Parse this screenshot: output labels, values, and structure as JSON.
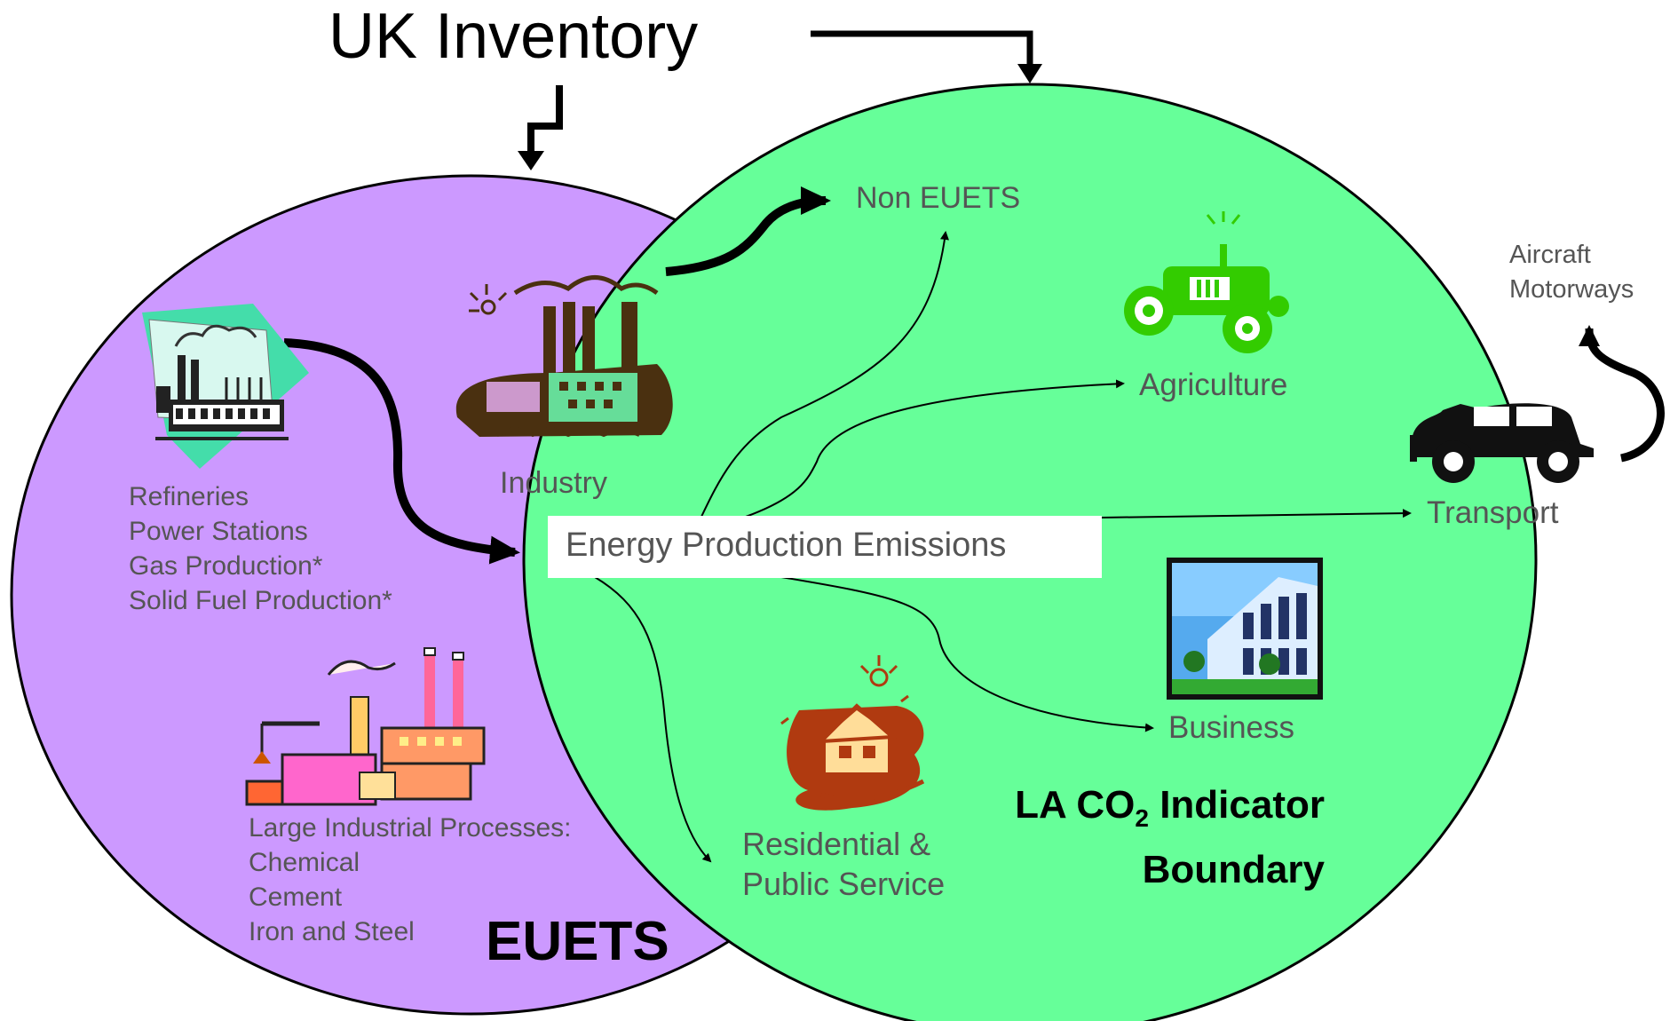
{
  "title": "UK Inventory",
  "colors": {
    "euets_circle": "#cc99ff",
    "la_circle": "#66ff99",
    "label_grey": "#555555",
    "arrow": "#000000"
  },
  "euets": {
    "label": "EUETS",
    "energy_sources": [
      "Refineries",
      "Power Stations",
      "Gas Production*",
      "Solid Fuel Production*"
    ],
    "industry_label": "Industry",
    "large_industrial": [
      "Large Industrial Processes:",
      "Chemical",
      "Cement",
      "Iron and Steel"
    ]
  },
  "energy_production_label": "Energy Production Emissions",
  "la_boundary": {
    "label_prefix": "LA CO",
    "label_sub": "2",
    "label_suffix": " Indicator",
    "label_line2": "Boundary"
  },
  "sectors": {
    "non_euets": "Non EUETS",
    "agriculture": "Agriculture",
    "transport": "Transport",
    "business": "Business",
    "residential": [
      "Residential &",
      "Public Service"
    ]
  },
  "excluded": [
    "Aircraft",
    "Motorways"
  ],
  "icons": [
    "power-station-icon",
    "factory-icon",
    "industrial-plant-icon",
    "tractor-icon",
    "car-icon",
    "office-building-icon",
    "house-icon"
  ]
}
